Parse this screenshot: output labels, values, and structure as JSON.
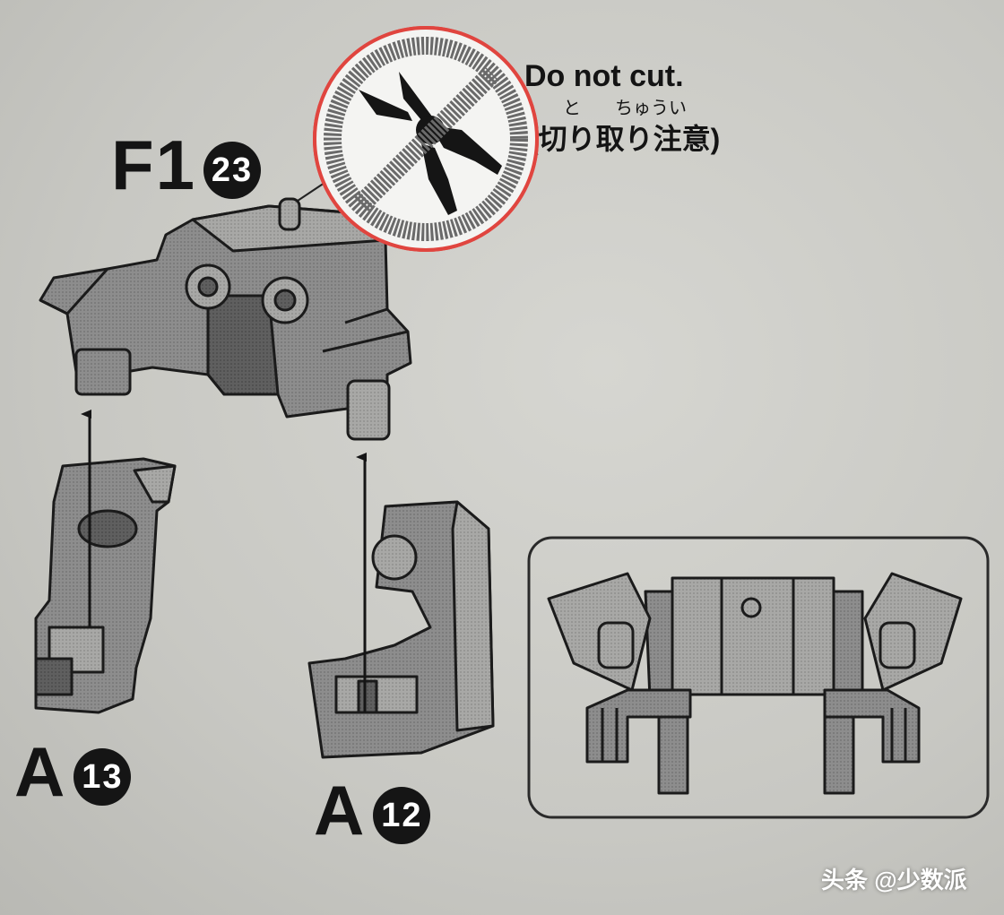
{
  "caution": {
    "text_en": "Do not cut.",
    "text_jp": "(切り取り注意)",
    "furigana_to": "と",
    "furigana_chuui": "ちゅうい",
    "icon": "no-scissors-icon",
    "ring_color": "#e0453f"
  },
  "parts": {
    "f1": {
      "letter": "F1",
      "number": "23"
    },
    "a13": {
      "letter": "A",
      "number": "13"
    },
    "a12": {
      "letter": "A",
      "number": "12"
    }
  },
  "watermark": "头条 @少数派",
  "colors": {
    "paper": "#cfcfca",
    "ink": "#141414",
    "part_gray": "#8f8f8f"
  }
}
